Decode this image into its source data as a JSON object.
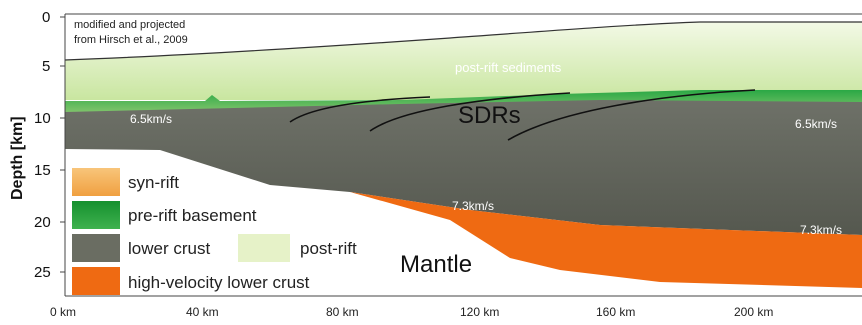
{
  "figure": {
    "source_note_line1": "modified and projected",
    "source_note_line2": "from Hirsch et al., 2009",
    "y_axis_label": "Depth [km]",
    "y_ticks": [
      "0",
      "5",
      "10",
      "15",
      "20",
      "25"
    ],
    "x_ticks": [
      "0 km",
      "40 km",
      "80 km",
      "120 km",
      "160 km",
      "200 km"
    ],
    "labels": {
      "post_rift_sediments": "post-rift sediments",
      "sdrs": "SDRs",
      "velocity_left": "6.5km/s",
      "velocity_right": "6.5km/s",
      "velocity_mid": "7.3km/s",
      "velocity_right_low": "7.3km/s",
      "mantle": "Mantle"
    },
    "legend": [
      {
        "label": "syn-rift",
        "color": "#f5b55a"
      },
      {
        "label": "pre-rift basement",
        "color": "#1fa03a"
      },
      {
        "label": "lower crust",
        "color": "#6a6d62"
      },
      {
        "label": "post-rift",
        "color": "#e6f2c8"
      },
      {
        "label": "high-velocity lower crust",
        "color": "#ef6a12"
      }
    ],
    "colors": {
      "sediment": "#e6f2c8",
      "basement": "#1fa03a",
      "lower_crust": "#5f6258",
      "hv_crust": "#ef6a12",
      "mantle": "#ffffff"
    }
  }
}
